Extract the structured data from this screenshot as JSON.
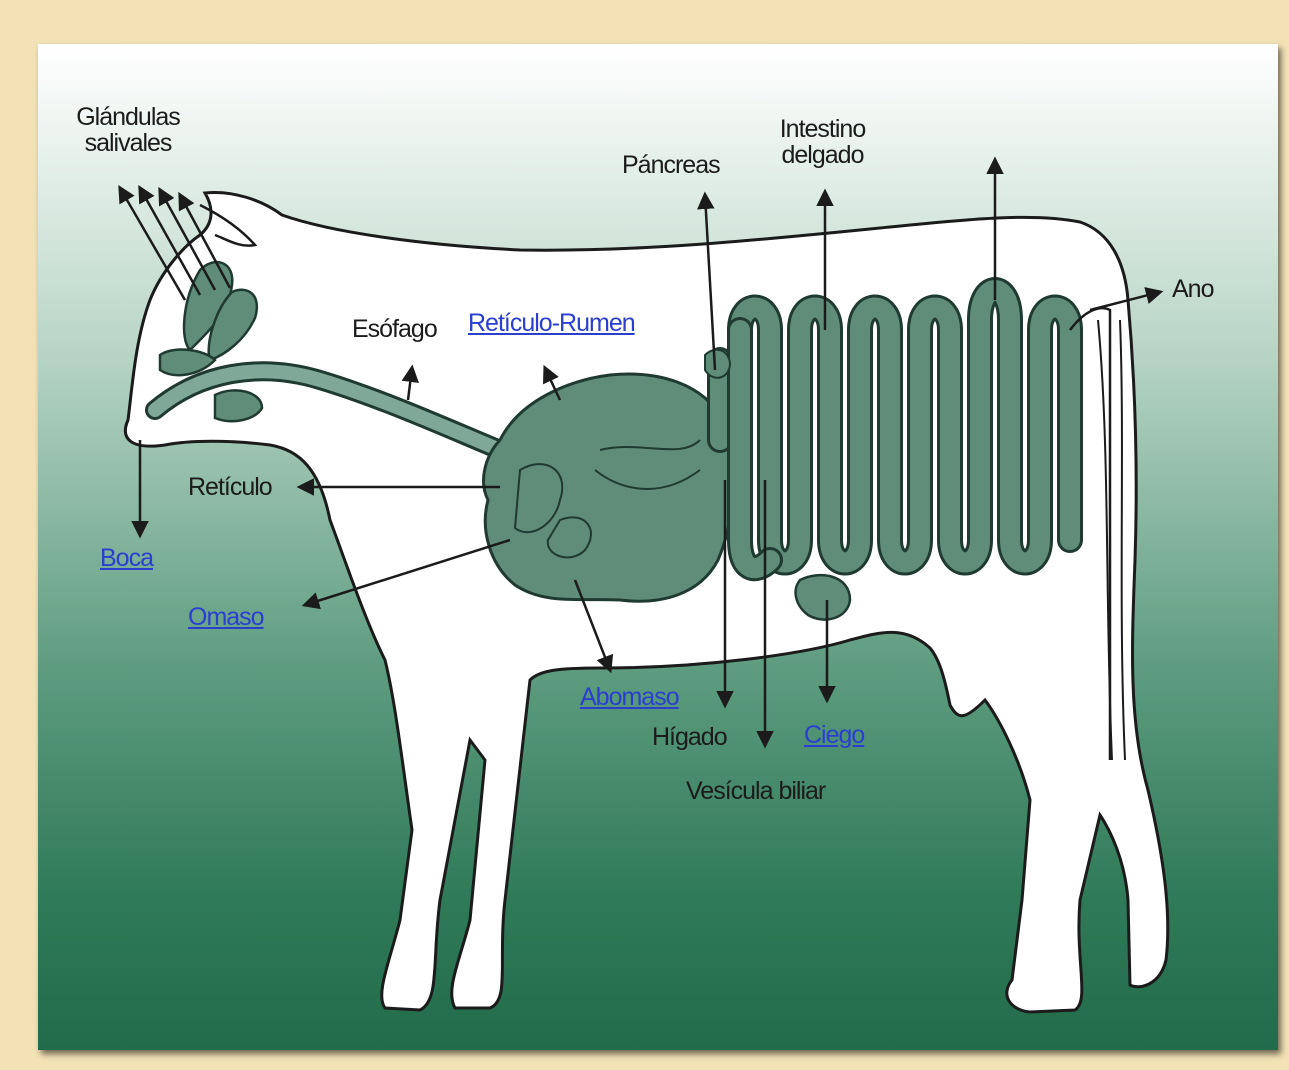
{
  "labels": {
    "glandulas": "Glándulas\nsalivales",
    "esofago": "Esófago",
    "reticulo_rumen": "Retículo-Rumen",
    "pancreas": "Páncreas",
    "intestino": "Intestino\ndelgado",
    "ano": "Ano",
    "reticulo": "Retículo",
    "boca": "Boca",
    "omaso": "Omaso",
    "abomaso": "Abomaso",
    "higado": "Hígado",
    "ciego": "Ciego",
    "vesicula": "Vesícula biliar"
  },
  "colors": {
    "background": "#f3e2b6",
    "organ_fill": "#5f8d7a",
    "organ_stroke": "#1f3a30",
    "body_fill": "#ffffff",
    "link": "#2a3fd0"
  }
}
